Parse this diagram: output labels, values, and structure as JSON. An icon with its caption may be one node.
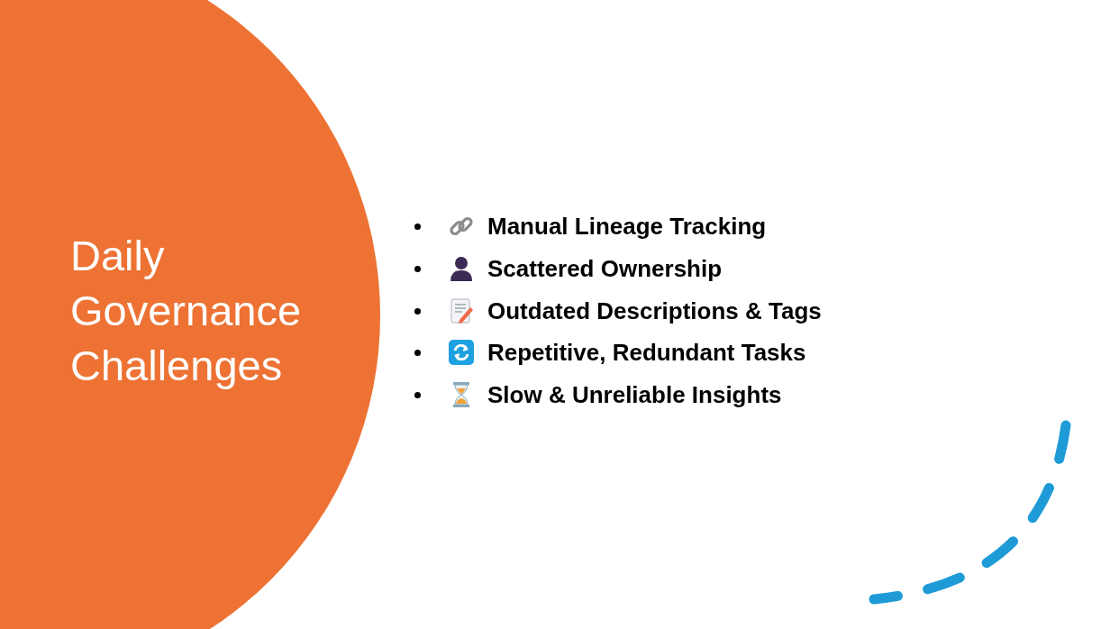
{
  "diagram": {
    "nodes": [
      {
        "text": [
          "Daily Governance Challenges"
        ]
      }
    ],
    "labels": [
      "Manual Lineage Tracking",
      "Scattered Ownership",
      "Outdated Descriptions & Tags",
      "Repetitive, Redundant Tasks",
      "Slow & Unreliable Insights"
    ]
  }
}
